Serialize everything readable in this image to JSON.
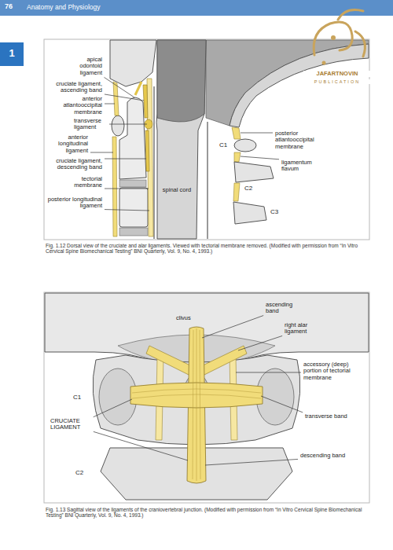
{
  "diagram": {
    "labels": [
      "76",
      "Anatomy and Physiology",
      "1",
      "JAFARTNOVIN",
      "PUBLICATION",
      "apical odontoid ligament",
      "cruciate ligament, ascending band",
      "anterior atlantooccipital membrane",
      "transverse ligament",
      "anterior longitudinal ligament",
      "cruciate ligament, descending band",
      "tectorial membrane",
      "posterior longitudinal ligament",
      "spinal cord",
      "C1",
      "posterior atlantooccipital membrane",
      "ligamentum flavum",
      "C2",
      "C3",
      "Fig. 1.12 Dorsal view of the cruciate and alar ligaments. Viewed with tectorial membrane removed. (Modified with permission from “In Vitro Cervical Spine Biomechanical Testing” BNI Quarterly, Vol. 9, No. 4, 1993.)",
      "clivus",
      "ascending band",
      "right alar ligament",
      "accessory (deep) portion of tectorial membrane",
      "C1",
      "CRUCIATE LIGAMENT",
      "transverse band",
      "descending band",
      "C2",
      "Fig. 1.13 Sagittal view of the ligaments of the craniovertebral junction. (Modified with permission from “In Vitro Cervical Spine Biomechanical Testing” BNI Quarterly, Vol. 9, No. 4, 1993.)"
    ]
  }
}
